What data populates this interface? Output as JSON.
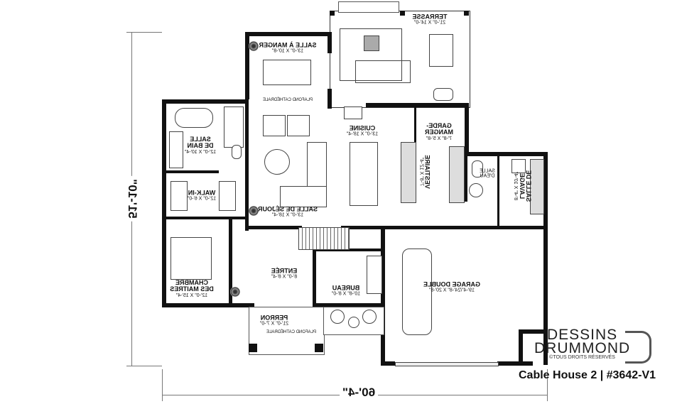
{
  "rooms": {
    "terrasse": {
      "name": "TERRASSE",
      "dims": "21'-0\" X 14'-0\""
    },
    "salle_a_manger": {
      "name": "SALLE À MANGER",
      "dims": "13'-0\" X 10'-8\""
    },
    "cuisine": {
      "name": "CUISINE",
      "dims": "13'-0\" X 18'-4\""
    },
    "garde_manger": {
      "name1": "GARDE-",
      "name2": "MANGER",
      "dims": "7'-8\" X 5'-8\""
    },
    "salle_de_bain": {
      "name1": "SALLE",
      "name2": "DE BAIN",
      "dims": "12'-0\" X 10'-4\""
    },
    "walk_in": {
      "name": "WALK-IN",
      "dims": "12'-0\" X 6'-0\""
    },
    "salle_de_sejour": {
      "name": "SALLE DE SÉJOUR",
      "dims": "13'-0\" X 18'-4\""
    },
    "vestiaire": {
      "name": "VESTIAIRE",
      "dims": "7'-8\" X 12'-4\""
    },
    "salle_deau": {
      "name1": "SALLE",
      "name2": "D'EAU"
    },
    "salle_de_lavage": {
      "name1": "SALLE DE",
      "name2": "LAVAGE",
      "dims": "8'-4\" X 10'-4\""
    },
    "entree": {
      "name": "ENTRÉE",
      "dims": "8'-0\" X 8'-4\""
    },
    "bureau": {
      "name": "BUREAU",
      "dims": "10'-8\" X 8'-0\""
    },
    "chambre": {
      "name1": "CHAMBRE",
      "name2": "DES MAITRES",
      "dims": "12'-0\" X 15'-4\""
    },
    "garage": {
      "name": "GARAGE DOUBLE",
      "dims": "19'-4\"/24'-8\" X 20'-8\""
    },
    "perron": {
      "name": "PERRON",
      "dims": "21'-0\" X 7'-0\""
    }
  },
  "notes": {
    "plafond_top": "PLAFOND CATHÉDRALE",
    "plafond_bottom": "PLAFOND CATHÉDRALE"
  },
  "dimensions": {
    "depth": "51'-10\"",
    "width": "60'-4\""
  },
  "branding": {
    "line1": "DESSINS",
    "line2": "DRUMMOND",
    "copyright": "©TOUS DROITS RÉSERVÉS",
    "plan_id": "Cable House 2 | #3642-V1"
  }
}
